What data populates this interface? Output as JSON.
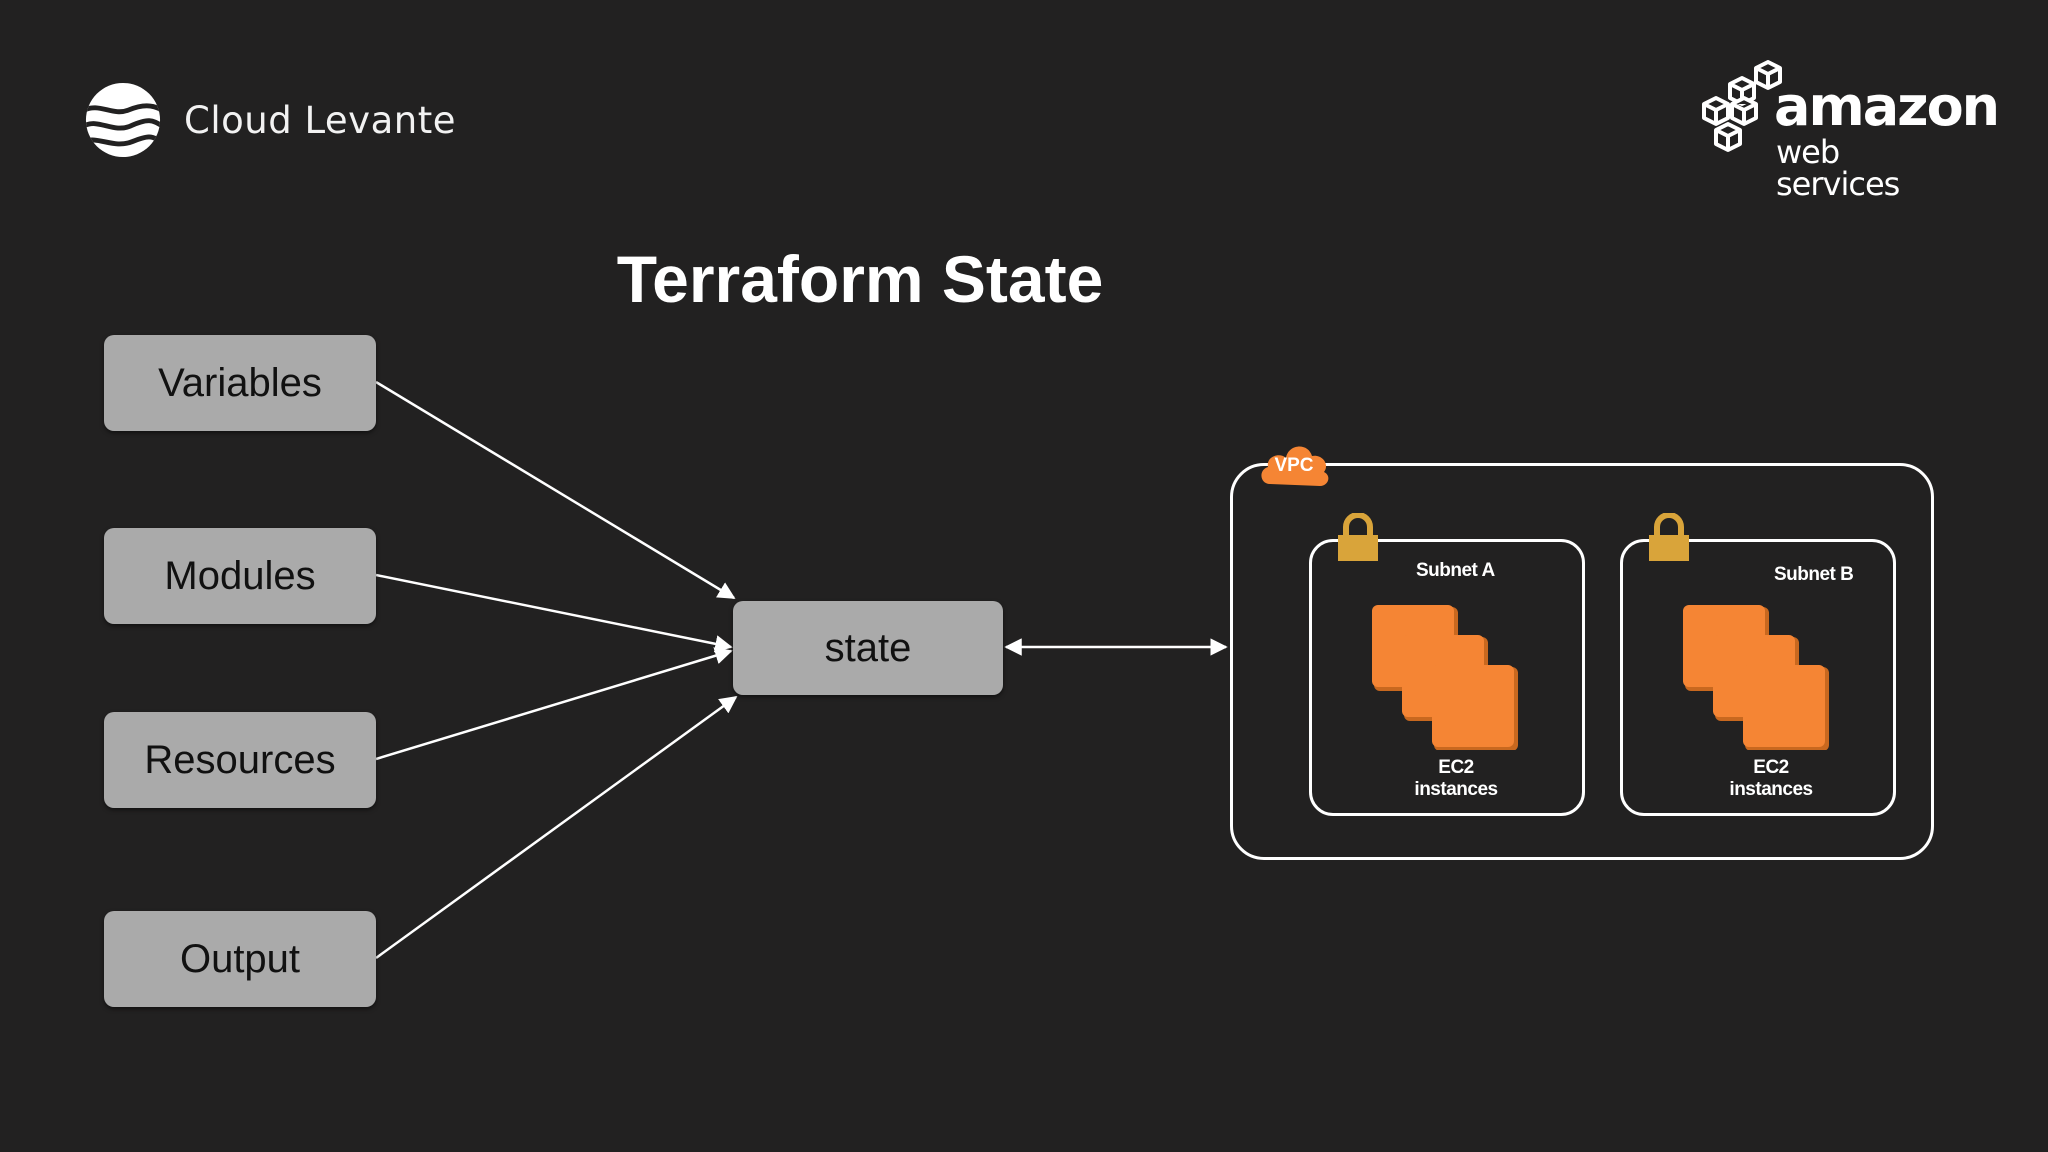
{
  "brand": {
    "left_name": "Cloud Levante",
    "aws_line1": "amazon",
    "aws_line2": "web services"
  },
  "title": "Terraform State",
  "inputs": [
    {
      "label": "Variables"
    },
    {
      "label": "Modules"
    },
    {
      "label": "Resources"
    },
    {
      "label": "Output"
    }
  ],
  "state_label": "state",
  "vpc": {
    "label": "VPC",
    "subnets": [
      {
        "label": "Subnet A",
        "resource_label_1": "EC2",
        "resource_label_2": "instances"
      },
      {
        "label": "Subnet B",
        "resource_label_1": "EC2",
        "resource_label_2": "instances"
      }
    ]
  },
  "colors": {
    "background": "#222121",
    "box_fill": "#aaaaaa",
    "aws_orange": "#f58534",
    "lock_gold": "#d9a43a"
  },
  "icons": [
    "cloud-levante-logo-icon",
    "aws-cubes-icon",
    "vpc-cloud-icon",
    "lock-icon",
    "ec2-instances-icon"
  ]
}
